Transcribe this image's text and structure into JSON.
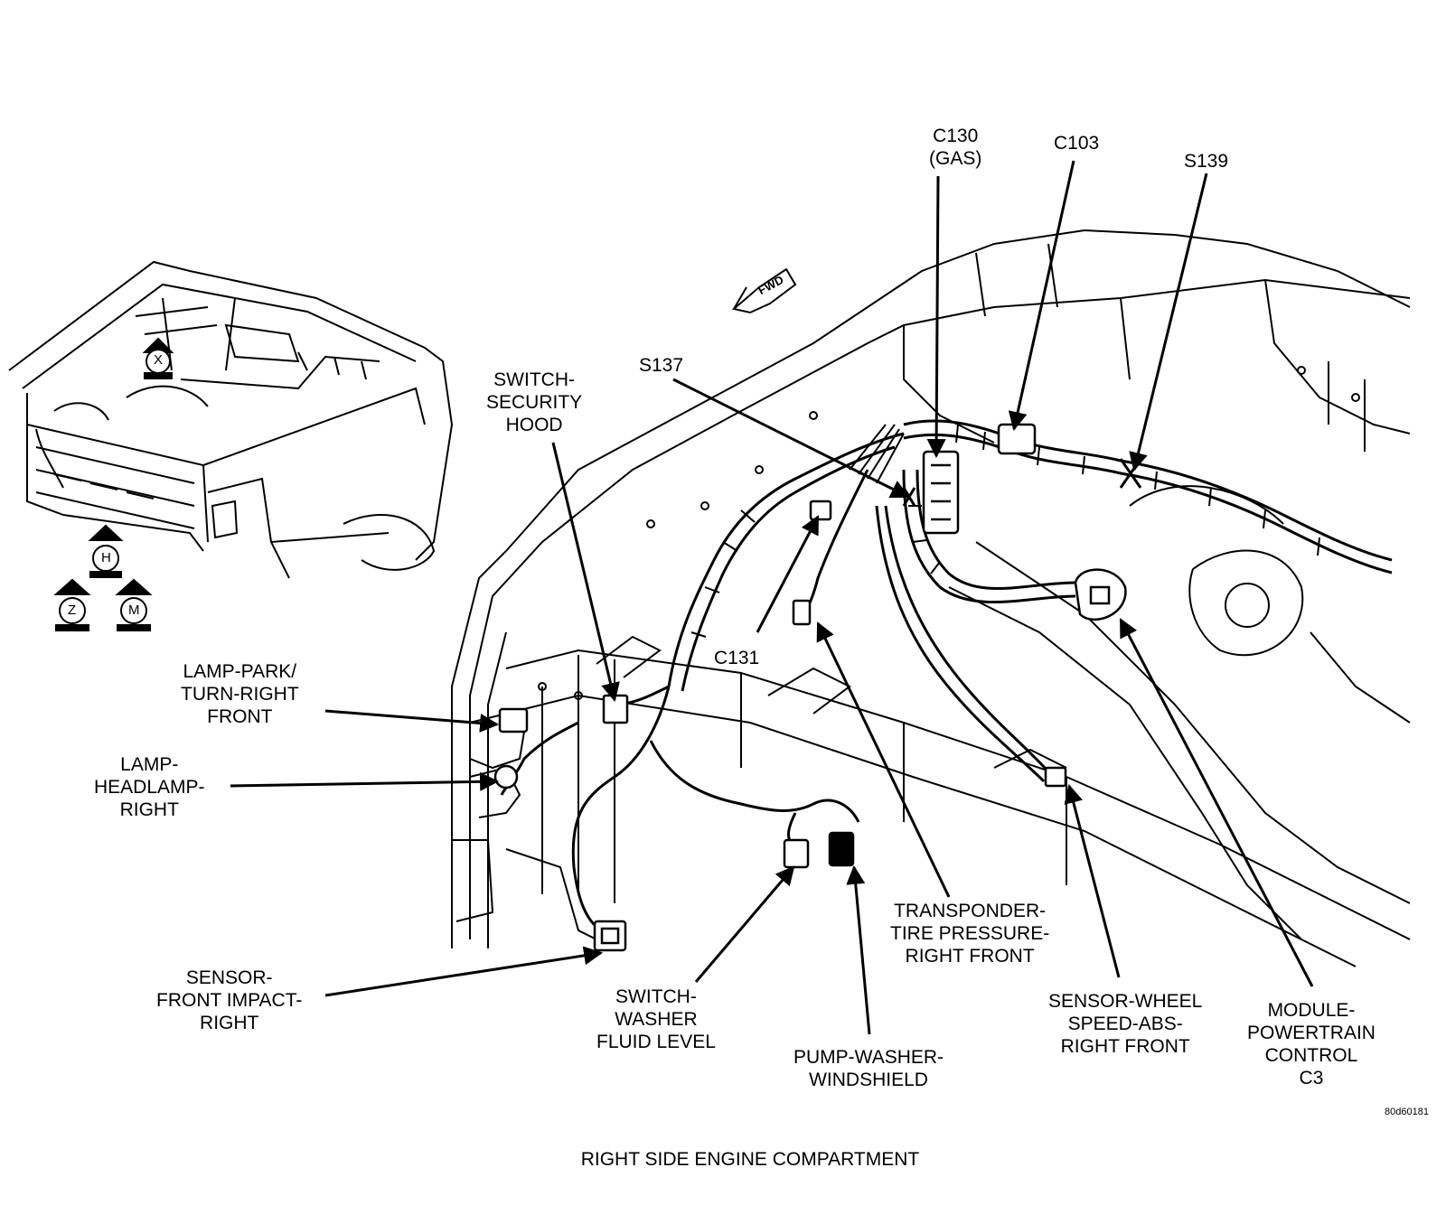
{
  "caption": "RIGHT SIDE ENGINE COMPARTMENT",
  "reference_code": "80d60181",
  "fwd_arrow_label": "FWD",
  "view_markers": [
    "X",
    "H",
    "Z",
    "M"
  ],
  "callouts": {
    "c130": [
      "C130",
      "(GAS)"
    ],
    "c103": [
      "C103"
    ],
    "s139": [
      "S139"
    ],
    "s137": [
      "S137"
    ],
    "switch_security_hood": [
      "SWITCH-",
      "SECURITY",
      "HOOD"
    ],
    "c131": [
      "C131"
    ],
    "lamp_park_turn": [
      "LAMP-PARK/",
      "TURN-RIGHT",
      "FRONT"
    ],
    "lamp_headlamp": [
      "LAMP-",
      "HEADLAMP-",
      "RIGHT"
    ],
    "sensor_front_impact": [
      "SENSOR-",
      "FRONT IMPACT-",
      "RIGHT"
    ],
    "switch_washer_fluid": [
      "SWITCH-",
      "WASHER",
      "FLUID LEVEL"
    ],
    "pump_washer": [
      "PUMP-WASHER-",
      "WINDSHIELD"
    ],
    "transponder_tire": [
      "TRANSPONDER-",
      "TIRE PRESSURE-",
      "RIGHT FRONT"
    ],
    "sensor_wheel_speed": [
      "SENSOR-WHEEL",
      "SPEED-ABS-",
      "RIGHT FRONT"
    ],
    "module_powertrain": [
      "MODULE-",
      "POWERTRAIN",
      "CONTROL",
      "C3"
    ]
  }
}
